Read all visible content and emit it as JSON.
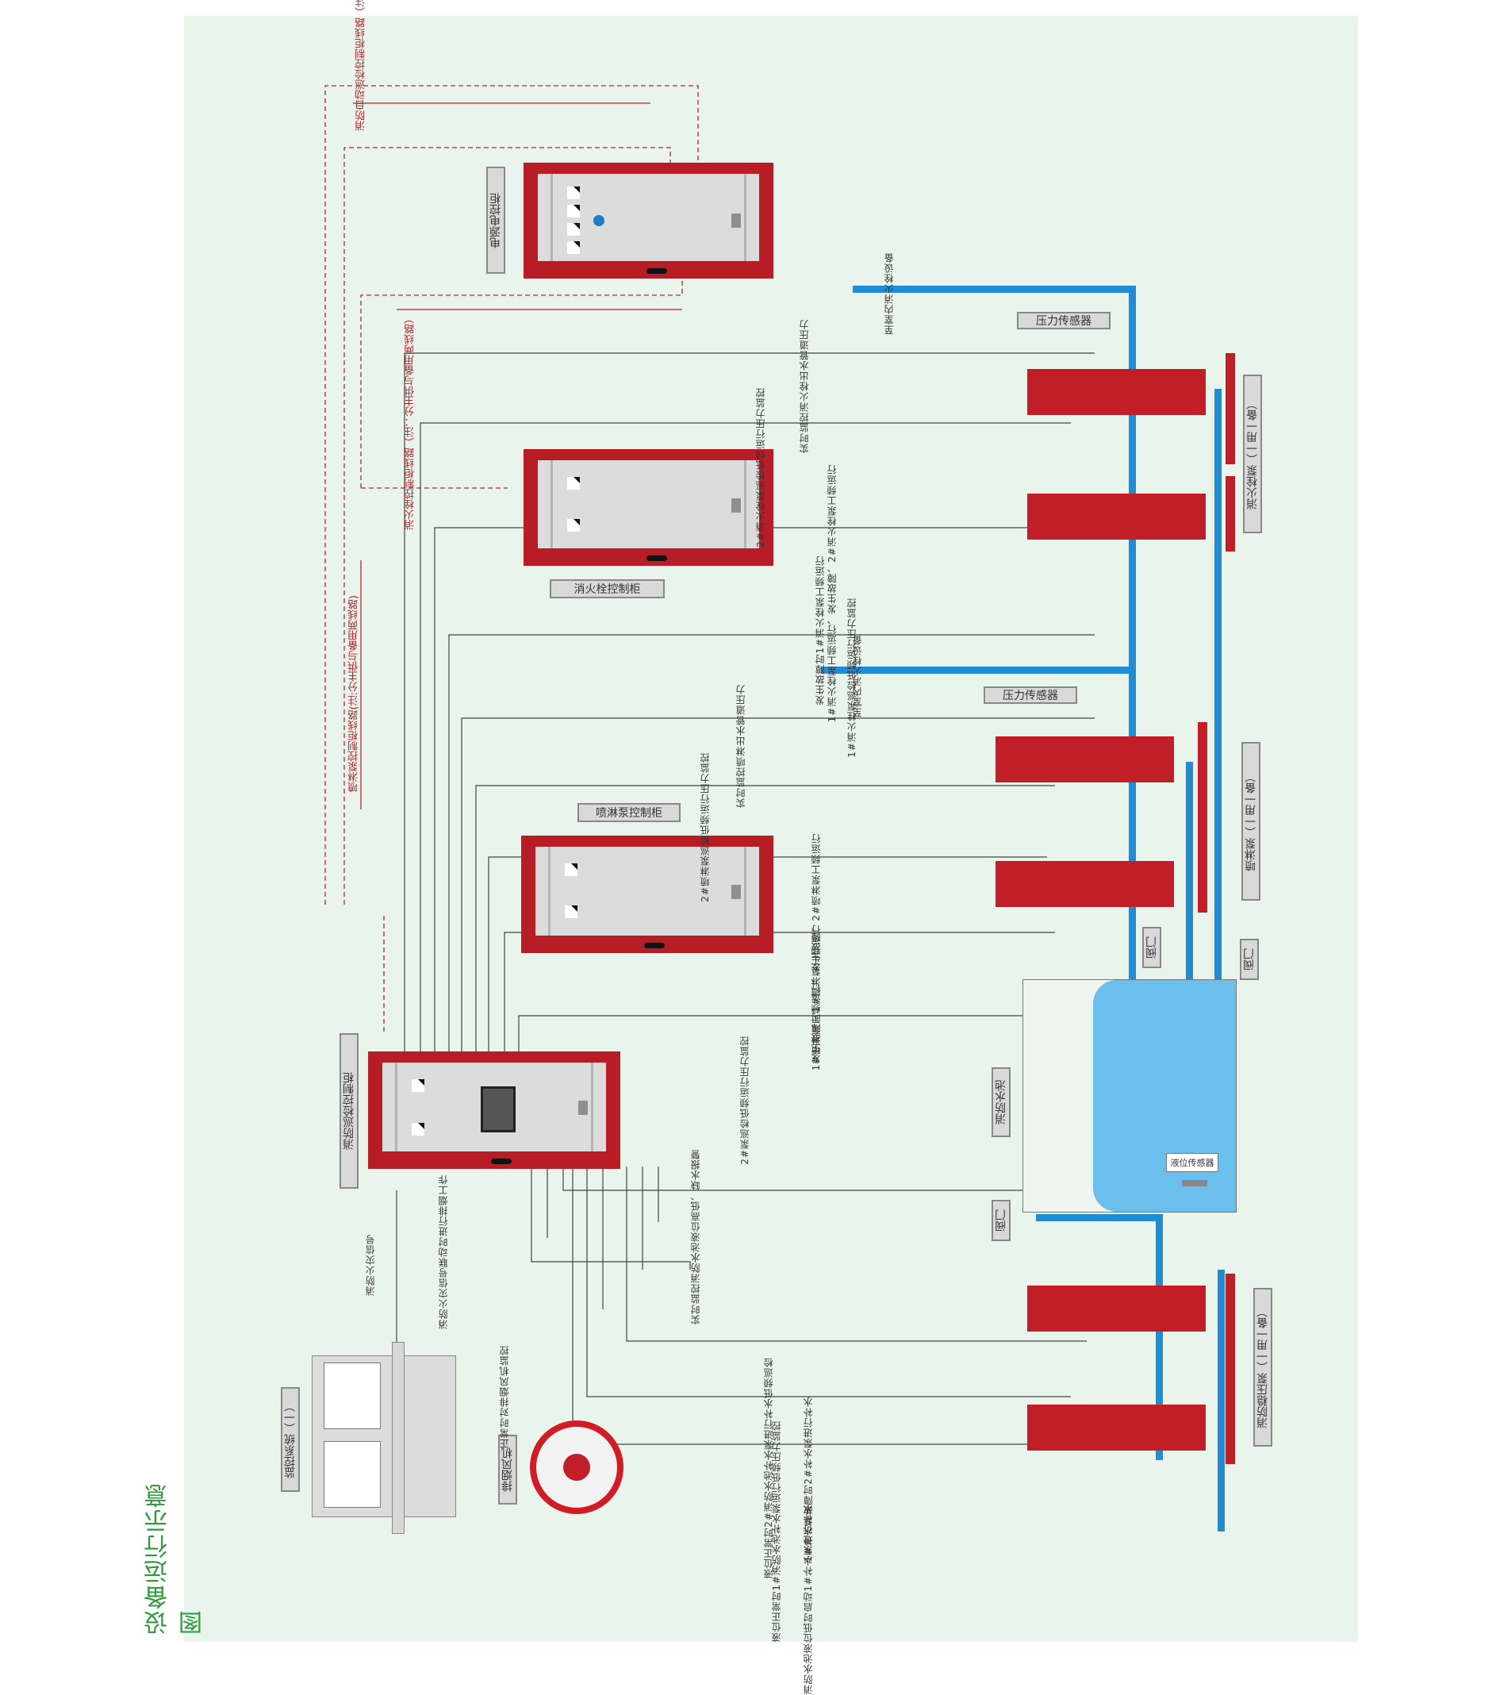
{
  "title": "设备运行示意图",
  "cabinets": {
    "power": "电源电控柜",
    "hydrant": "消火栓控制柜",
    "sprinkler": "喷淋泵控制柜",
    "inspection": "消防巡检控制柜"
  },
  "red_notes": {
    "top": "消防自动巡检控制柜线路（注：分主供与备用两线路）",
    "middle": "消火栓控制柜线路（注：分主供与备用两线路）",
    "sprinkler_line": "喷淋泵控制柜线路(注:分主供与备用两线路)"
  },
  "equipment_labels": {
    "hydrant_pumps": "消火栓泵（一用一备）",
    "sprinkler_pumps": "喷淋泵（一用一备）",
    "fire_water_pumps": "消防稳压泵（一用一备）",
    "water_pool": "消防水池",
    "level_sensor": "液位传感器",
    "pressure_sensor_1": "压力传感器",
    "pressure_sensor_2": "压力传感器",
    "valve_1": "阀门",
    "valve_2": "阀门",
    "valve_3": "阀门",
    "monitor_system": "监控系统（一）",
    "smoke_fan": "排烟风机"
  },
  "annotations": {
    "pipe_1": "至室内消火栓设备",
    "pipe_2": "至室内消火栓设备",
    "hydrant_status_top": "1#消火栓泵工频运行、发生故障、2#消火栓泵工频运行",
    "hydrant_status_bottom": "发生故障时1#消火栓泵工频运行",
    "hydrant_low_top": "2#消火栓泵巡检低频运行压力监控",
    "hydrant_low_bottom": "1#消火栓泵巡检低频运行压力监控",
    "pressure_1": "实时监控消火栓出水管道压力",
    "sprinkler_status_top": "1#喷淋泵工频运行、发生故障、2#喷淋泵工频运行",
    "sprinkler_status_bottom": "发生故障时1#喷淋泵工频运行",
    "sprinkler_low": "2#喷淋泵巡检低频运行压力监控",
    "pressure_2": "实时监控喷淋出水管道压力",
    "inspection_low": "2#泵巡检低频运行压力监控",
    "pool_level": "实时监控消防水池液位高低、缺水报警",
    "fire_signal": "消防火灾信号",
    "fire_signal_action": "消防火灾信号联动时进行排烟工作",
    "fan_monitor": "正常时对排烟风机监控",
    "stab_1": "液位正常时2#消防水池补水泵进行补水低频巡检",
    "stab_2": "1#补水泵故障时2#补水泵进行补水",
    "stab_3": "液位正常时1#消防水池补水泵运行低频压力监控",
    "stab_4": "消防水池液位低时启动1#补水泵进行补水"
  }
}
